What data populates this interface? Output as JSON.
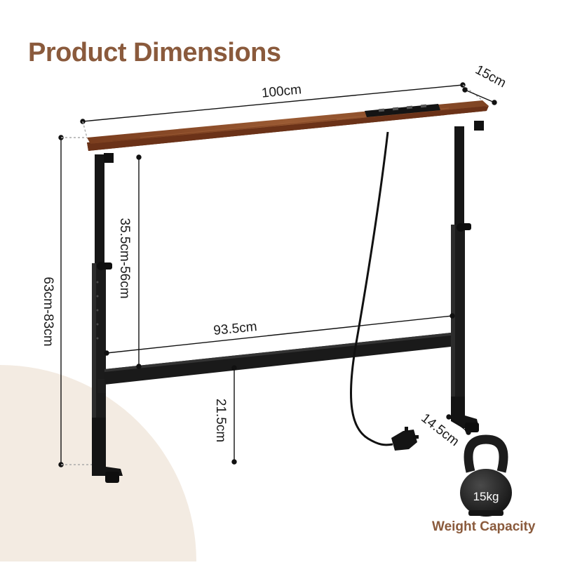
{
  "heading": "Product Dimensions",
  "dimensions": {
    "length": "100cm",
    "depth": "15cm",
    "total_height": "63cm-83cm",
    "tabletop_clearance": "35.5cm-56cm",
    "crossbar_width": "93.5cm",
    "crossbar_height": "21.5cm",
    "foot_depth": "14.5cm"
  },
  "weight": {
    "value": "15kg",
    "caption": "Weight Capacity"
  },
  "colors": {
    "accent": "#8a5a3c",
    "background_arc": "#f3ebe2",
    "frame": "#151515",
    "wood": "#8b4a25"
  }
}
